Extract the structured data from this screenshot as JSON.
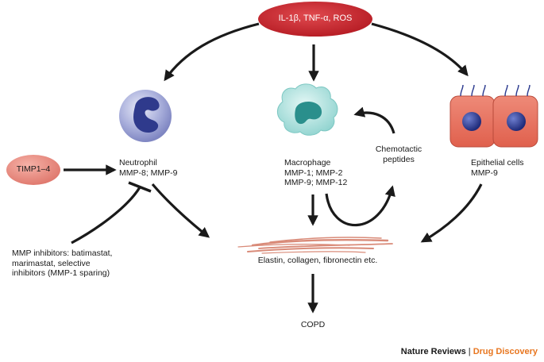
{
  "stimuli": {
    "text": "IL-1β, TNF-α, ROS"
  },
  "timp": {
    "text": "TIMP1–4"
  },
  "neutrophil": {
    "name": "Neutrophil",
    "mmps": "MMP-8; MMP-9"
  },
  "macrophage": {
    "name": "Macrophage",
    "line1": "MMP-1; MMP-2",
    "line2": "MMP-9; MMP-12"
  },
  "chemotactic": {
    "line1": "Chemotactic",
    "line2": "peptides"
  },
  "epithelial": {
    "name": "Epithelial cells",
    "mmps": "MMP-9"
  },
  "inhibitors": {
    "line1": "MMP inhibitors: batimastat,",
    "line2": "marimastat, selective",
    "line3": "inhibitors (MMP-1 sparing)"
  },
  "ecm": {
    "text": "Elastin, collagen, fibronectin etc."
  },
  "outcome": {
    "text": "COPD"
  },
  "credit": {
    "journal": "Nature Reviews",
    "separator": " | ",
    "section": "Drug Discovery",
    "journal_color": "#1a1a1a",
    "section_color": "#e8761f"
  },
  "colors": {
    "stimuli_fill": "#c8262e",
    "timp_fill": "#e9867c",
    "neutrophil": "#9da3d4",
    "macrophage": "#9fdcd8",
    "epithelial": "#e86f5c",
    "nucleus": "#2b3a8f",
    "fiber": "#e59b88",
    "arrow": "#1a1a1a"
  }
}
